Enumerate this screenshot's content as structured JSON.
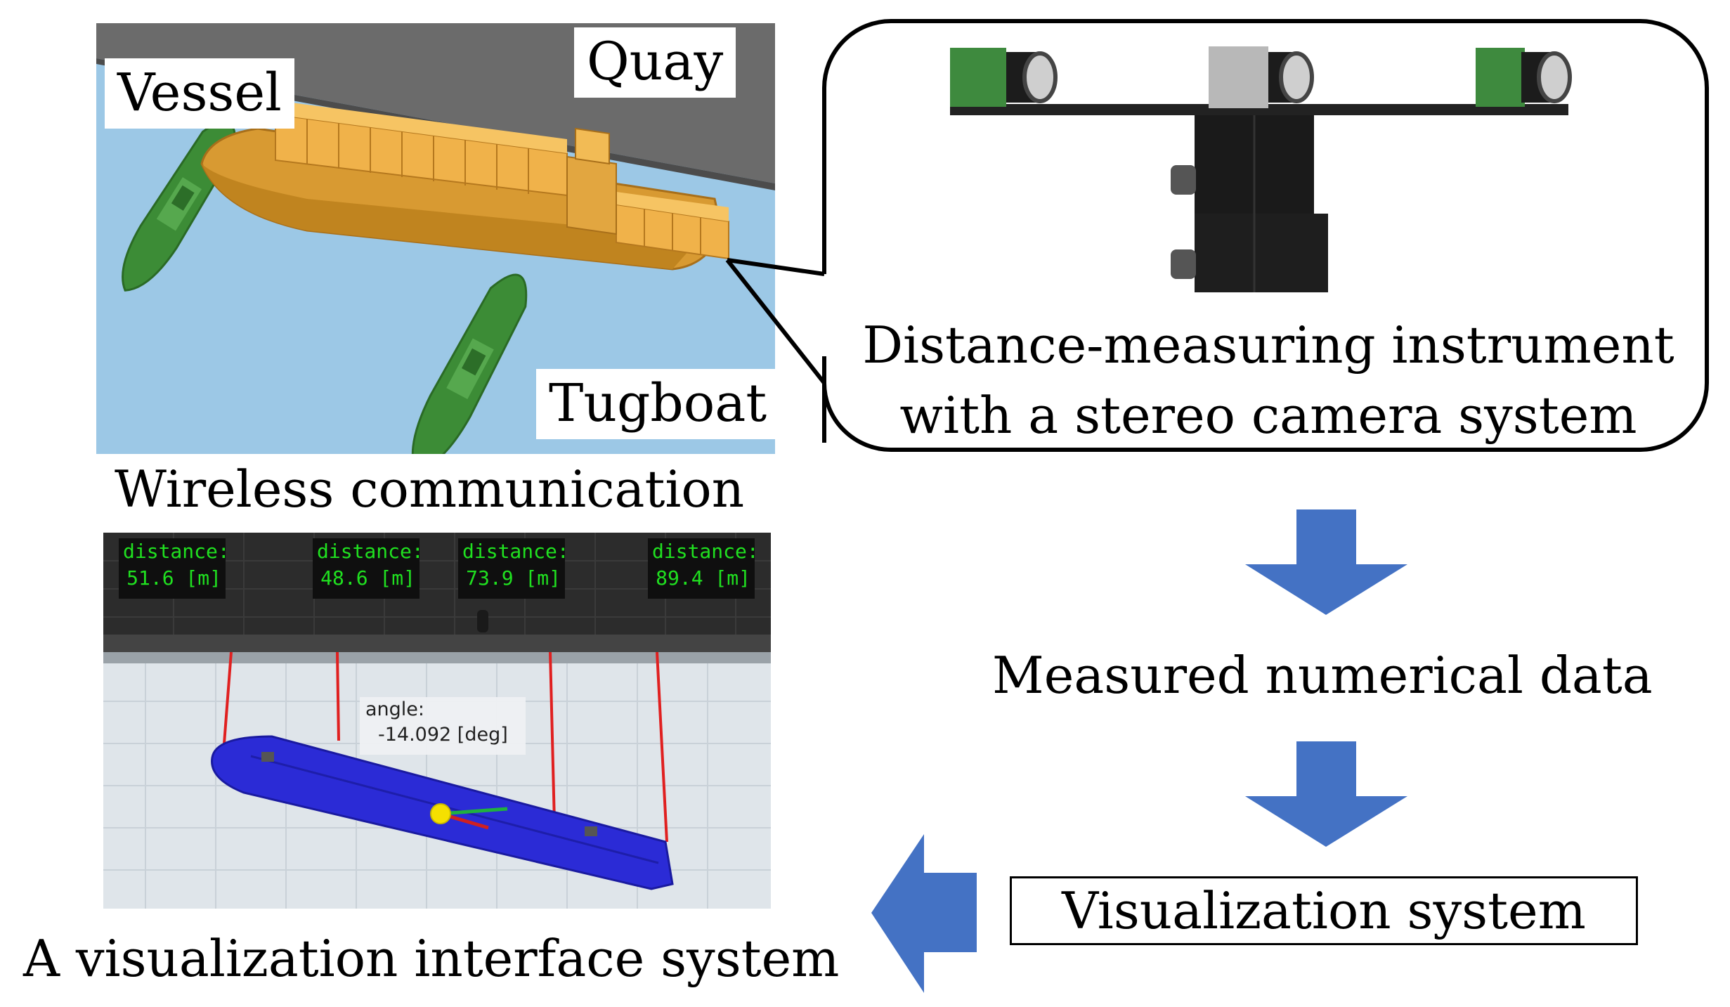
{
  "scene": {
    "vessel_label": "Vessel",
    "quay_label": "Quay",
    "tugboat_label": "Tugboat"
  },
  "instrument": {
    "line1": "Distance-measuring instrument",
    "line2": "with a stereo camera system"
  },
  "captions": {
    "wireless": "Wireless communication",
    "measured": "Measured numerical data",
    "visualization_system": "Visualization system",
    "interface": "A visualization interface system"
  },
  "visualization": {
    "distances": [
      {
        "label": "distance:",
        "value": "51.6 [m]"
      },
      {
        "label": "distance:",
        "value": "48.6 [m]"
      },
      {
        "label": "distance:",
        "value": "73.9 [m]"
      },
      {
        "label": "distance:",
        "value": "89.4 [m]"
      }
    ],
    "angle": {
      "label": "angle:",
      "value": "-14.092 [deg]"
    }
  },
  "colors": {
    "arrow": "#4472c4",
    "water": "#9cc8e6",
    "quay": "#6e6e6e",
    "vessel": "#e8a43a",
    "tugboat": "#3f8f3a",
    "viz_ship": "#2a2ad8",
    "distance_line": "#e02020",
    "distance_text": "#20e020"
  }
}
